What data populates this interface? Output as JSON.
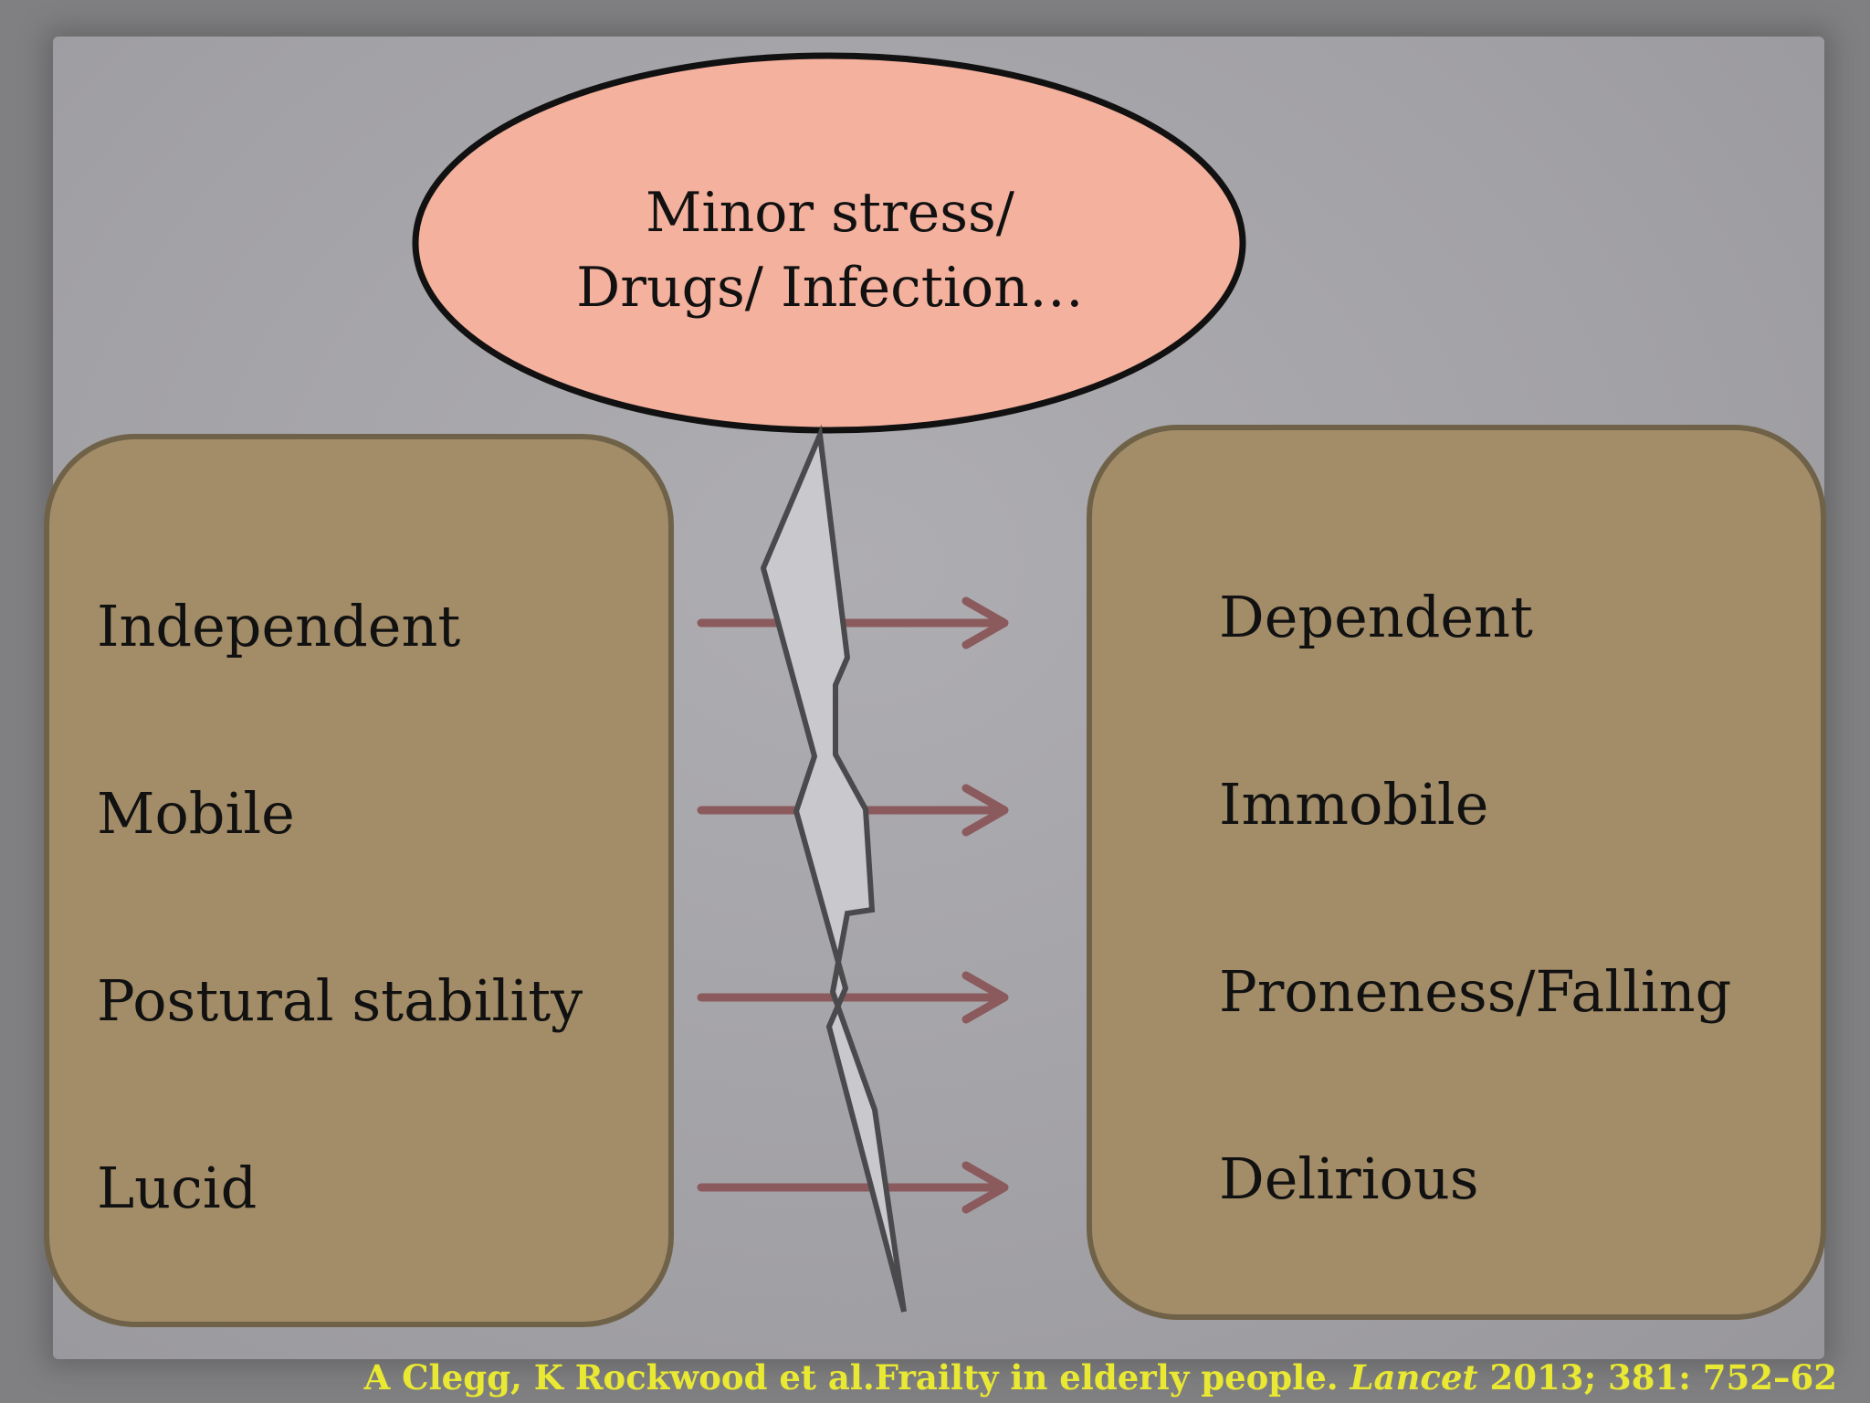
{
  "stressor": {
    "line1": "Minor stress/",
    "line2": "Drugs/ Infection…"
  },
  "left_items": [
    "Independent",
    "Mobile",
    "Postural stability",
    "Lucid"
  ],
  "right_items": [
    "Dependent",
    "Immobile",
    "Proneness/Falling",
    "Delirious"
  ],
  "citation": {
    "authors_title": "A Clegg, K Rockwood et al.Frailty in elderly people.",
    "journal": "Lancet",
    "details": "2013; 381: 752–62"
  },
  "colors": {
    "ellipse_fill": "#f4b19e",
    "box_fill": "#a38d68",
    "arrow": "#8b5a5d",
    "crack_fill": "#c9c8cd",
    "citation": "#e9e832"
  }
}
